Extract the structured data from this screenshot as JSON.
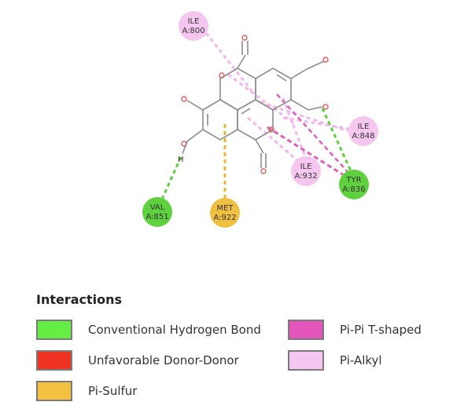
{
  "residues": [
    {
      "name": "ILE",
      "id": "A:800",
      "kind": "pi-alkyl"
    },
    {
      "name": "ILE",
      "id": "A:848",
      "kind": "pi-alkyl"
    },
    {
      "name": "ILE",
      "id": "A:932",
      "kind": "pi-alkyl"
    },
    {
      "name": "TYR",
      "id": "A:836",
      "kind": "hbond"
    },
    {
      "name": "VAL",
      "id": "A:851",
      "kind": "hbond"
    },
    {
      "name": "MET",
      "id": "A:922",
      "kind": "pi-sulfur"
    }
  ],
  "legend": {
    "title": "Interactions",
    "items": [
      {
        "label": "Conventional Hydrogen Bond",
        "color": "#66ee44"
      },
      {
        "label": "Unfavorable Donor-Donor",
        "color": "#ee3322"
      },
      {
        "label": "Pi-Sulfur",
        "color": "#f4c040"
      },
      {
        "label": "Pi-Pi T-shaped",
        "color": "#e455bb"
      },
      {
        "label": "Pi-Alkyl",
        "color": "#f5c6f0"
      }
    ]
  },
  "colors": {
    "hbond": "#5fd13f",
    "pi_sulfur": "#e8b833",
    "pi_pi": "#e060b8",
    "pi_alkyl": "#f2b8ec",
    "bond": "#8c8c8c",
    "oxygen": "#d86060"
  }
}
